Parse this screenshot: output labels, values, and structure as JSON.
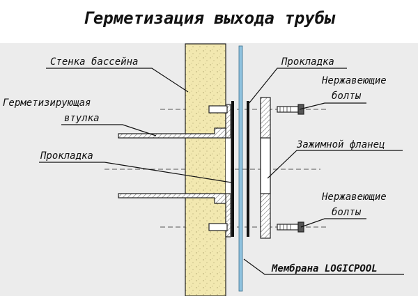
{
  "title": "Герметизация выхода трубы",
  "labels": {
    "pool_wall": "Стенка бассейна",
    "sealing_sleeve_line1": "Герметизирующая",
    "sealing_sleeve_line2": "втулка",
    "gasket_left": "Прокладка",
    "gasket_top": "Прокладка",
    "bolts_top_line1": "Нержавеющие",
    "bolts_top_line2": "болты",
    "clamping_flange": "Зажимной фланец",
    "bolts_bottom_line1": "Нержавеющие",
    "bolts_bottom_line2": "болты",
    "membrane": "Мембрана LOGICPOOL"
  },
  "colors": {
    "wall_fill": "#f2e8b0",
    "membrane": "#8fc2de",
    "background_band": "#ececec",
    "line": "#111111"
  }
}
